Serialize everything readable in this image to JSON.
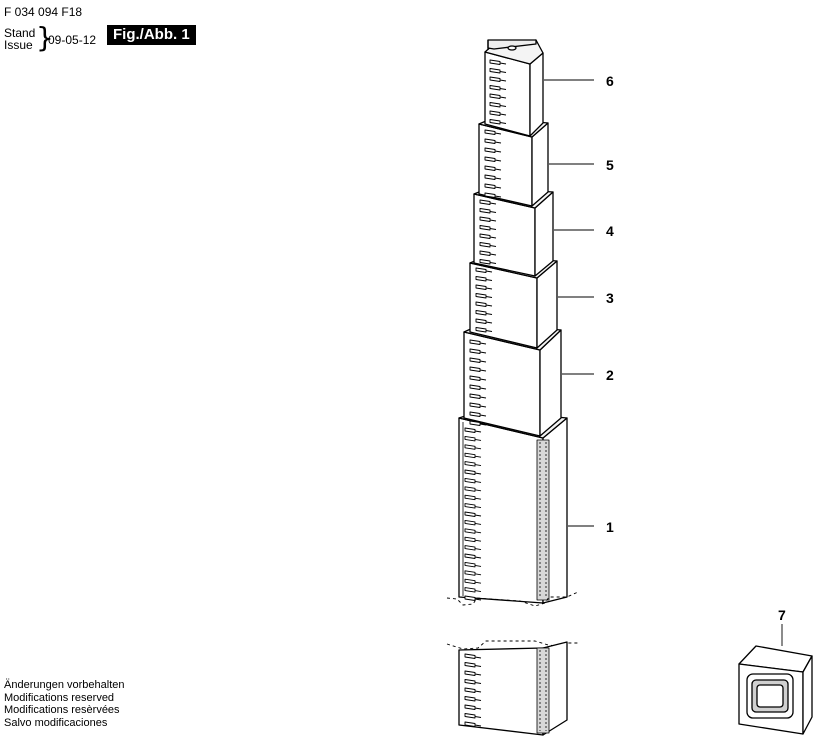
{
  "header": {
    "part_number": "F 034 094 F18",
    "stand_label": "Stand",
    "issue_label": "Issue",
    "date": "09-05-12",
    "figure_label": "Fig./Abb. 1"
  },
  "notes": [
    "Änderungen vorbehalten",
    "Modifications reserved",
    "Modifications resèrvées",
    "Salvo modificaciones"
  ],
  "callouts": [
    "1",
    "2",
    "3",
    "4",
    "5",
    "6",
    "7"
  ]
}
